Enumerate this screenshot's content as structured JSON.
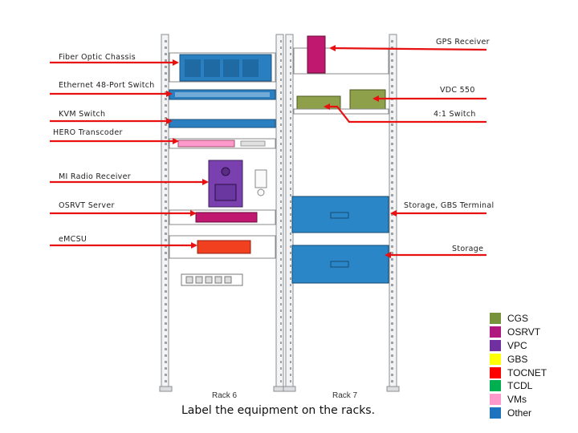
{
  "labels": {
    "gps_receiver": "GPS Receiver",
    "fiber_optic_chassis": "Fiber Optic Chassis",
    "ethernet_switch": "Ethernet 48-Port Switch",
    "vdc_550": "VDC 550",
    "kvm_switch": "KVM Switch",
    "switch_4_1": "4:1 Switch",
    "hero_transcoder": "HERO Transcoder",
    "mi_radio_receiver": "MI Radio Receiver",
    "osrvt_server": "OSRVT Server",
    "storage_gbs_terminal": "Storage, GBS Terminal",
    "emcsu": "eMCSU",
    "storage": "Storage"
  },
  "racks": {
    "rack6": "Rack 6",
    "rack7": "Rack 7"
  },
  "instruction": "Label the equipment on the racks.",
  "legend": [
    {
      "label": "CGS",
      "color": "#77933C"
    },
    {
      "label": "OSRVT",
      "color": "#B0177F"
    },
    {
      "label": "VPC",
      "color": "#7030A0"
    },
    {
      "label": "GBS",
      "color": "#FFFF00"
    },
    {
      "label": "TOCNET",
      "color": "#FF0000"
    },
    {
      "label": "TCDL",
      "color": "#00B050"
    },
    {
      "label": "VMs",
      "color": "#FF99CC"
    },
    {
      "label": "Other",
      "color": "#1E73BE"
    }
  ],
  "colors": {
    "arrow": "#E81010",
    "rack_frame": "#8A8F96",
    "fiber_blue": "#2A7FC0",
    "storage_blue": "#2B86C7",
    "cgs_olive": "#8FA04A",
    "osrvt_magenta": "#C0176F",
    "vpc_purple": "#7A40B0",
    "tocnet_red": "#F04020"
  }
}
